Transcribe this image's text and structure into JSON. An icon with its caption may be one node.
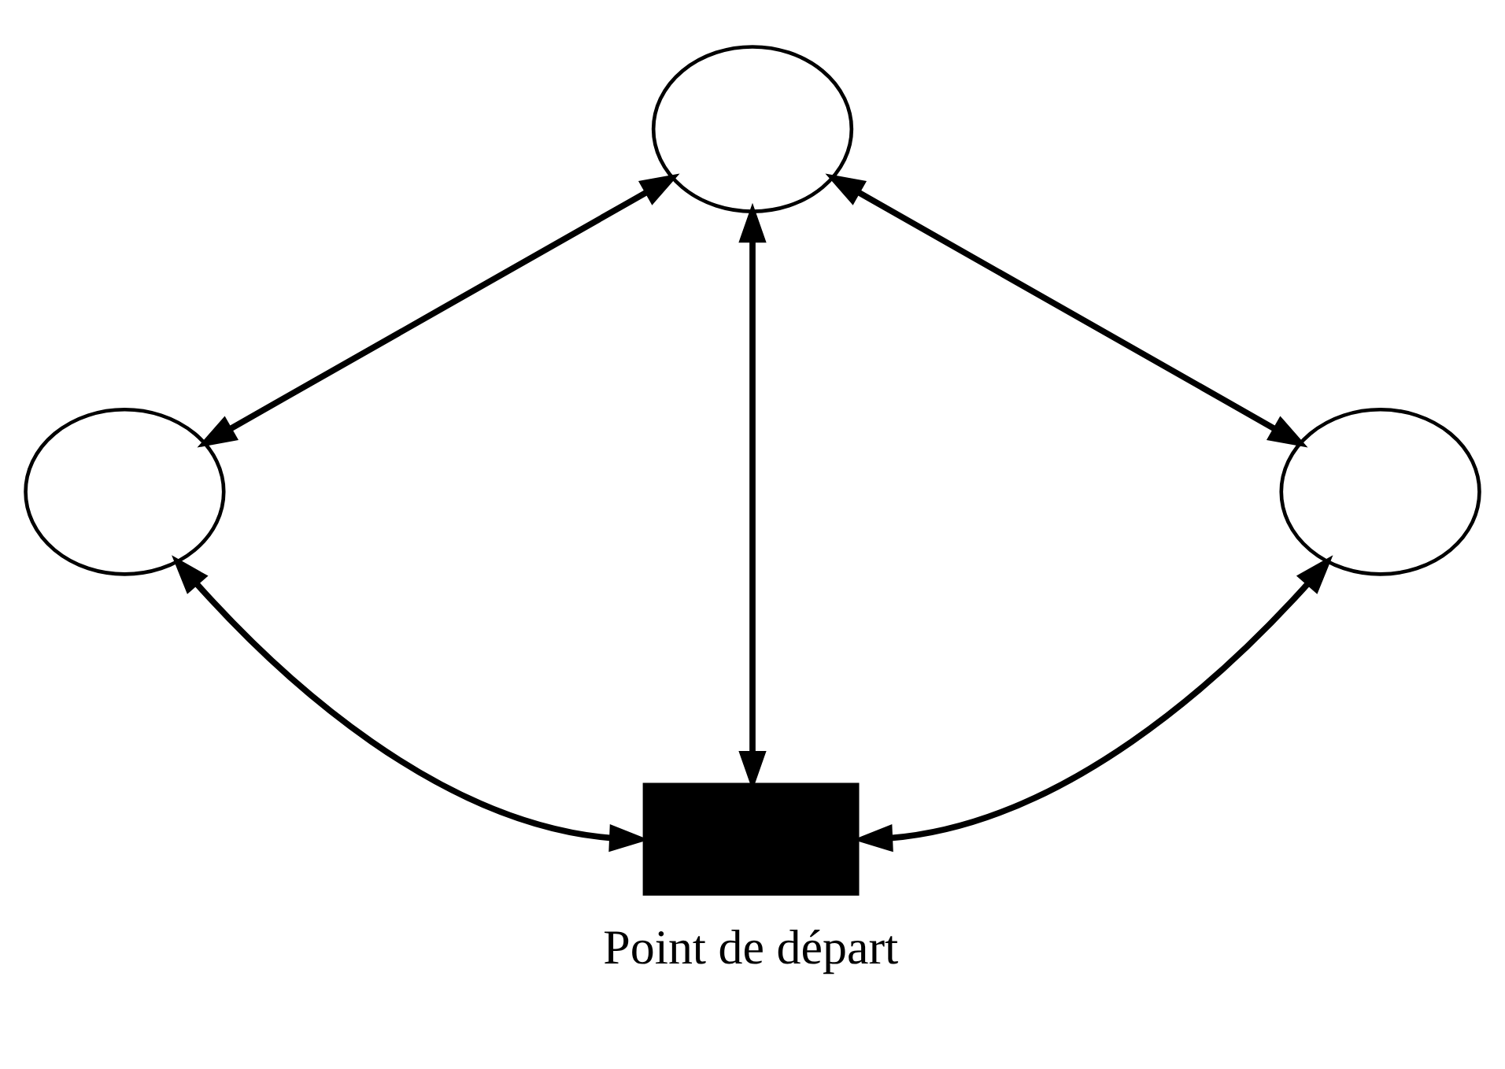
{
  "diagram": {
    "nodes": [
      {
        "text": [],
        "shape": "circle"
      },
      {
        "text": [],
        "shape": "circle"
      },
      {
        "text": [],
        "shape": "circle"
      },
      {
        "text": [],
        "shape": "box",
        "beside": [
          "Point de départ"
        ]
      }
    ],
    "edges": [
      {
        "from": 0,
        "to": 1,
        "arrow": "both"
      },
      {
        "from": 0,
        "to": 3,
        "arrow": "both"
      },
      {
        "from": 0,
        "to": 2,
        "arrow": "both"
      },
      {
        "from": 1,
        "to": 3,
        "arrow": "both"
      },
      {
        "from": 2,
        "to": 3,
        "arrow": "both"
      }
    ]
  }
}
